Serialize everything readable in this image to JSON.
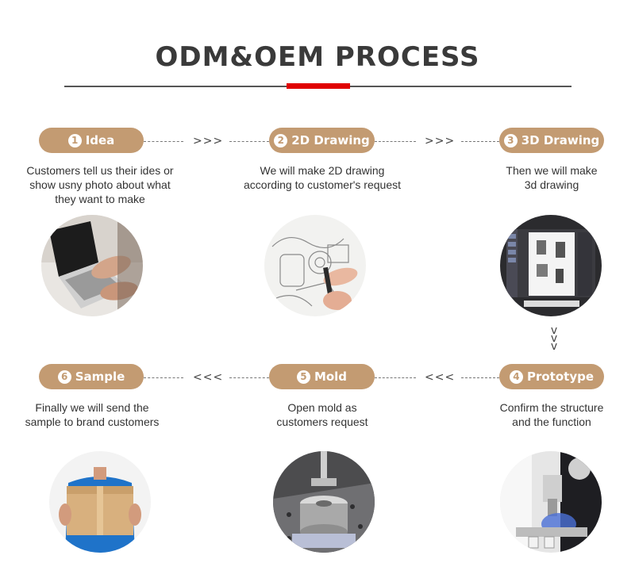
{
  "title": "ODM&OEM PROCESS",
  "steps": [
    {
      "num": "1",
      "label": "Idea",
      "desc": [
        "Customers tell us their ides or",
        "show usny photo about what",
        "they want to make"
      ],
      "image_icon": "laptop-hands-icon"
    },
    {
      "num": "2",
      "label": "2D Drawing",
      "desc": [
        "We will make 2D drawing",
        "according to customer's request"
      ],
      "image_icon": "sketch-pen-icon"
    },
    {
      "num": "3",
      "label": "3D Drawing",
      "desc": [
        "Then we will make",
        "3d drawing"
      ],
      "image_icon": "cad-screen-icon"
    },
    {
      "num": "4",
      "label": "Prototype",
      "desc": [
        "Confirm the structure",
        "and the function"
      ],
      "image_icon": "cnc-machine-icon"
    },
    {
      "num": "5",
      "label": "Mold",
      "desc": [
        "Open mold as",
        "customers request"
      ],
      "image_icon": "mold-machining-icon"
    },
    {
      "num": "6",
      "label": "Sample",
      "desc": [
        "Finally we will send the",
        "sample to brand customers"
      ],
      "image_icon": "person-box-icon"
    }
  ],
  "arrows": {
    "right": ">>>",
    "left": "<<<",
    "down": "v"
  },
  "colors": {
    "pill": "#c39b72",
    "accent": "#e00000",
    "rule": "#555555"
  }
}
